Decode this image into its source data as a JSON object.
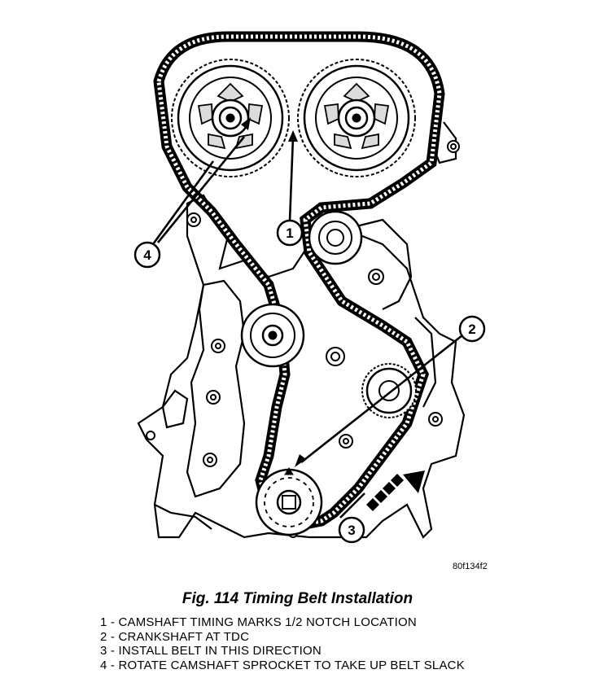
{
  "figure": {
    "image_code": "80f134f2",
    "caption": "Fig. 114 Timing Belt Installation",
    "callouts": [
      "1",
      "2",
      "3",
      "4"
    ],
    "legend": [
      "1 - CAMSHAFT TIMING MARKS 1/2 NOTCH LOCATION",
      "2 - CRANKSHAFT AT TDC",
      "3 - INSTALL BELT IN THIS DIRECTION",
      "4 - ROTATE CAMSHAFT SPROCKET TO TAKE UP BELT SLACK"
    ]
  }
}
